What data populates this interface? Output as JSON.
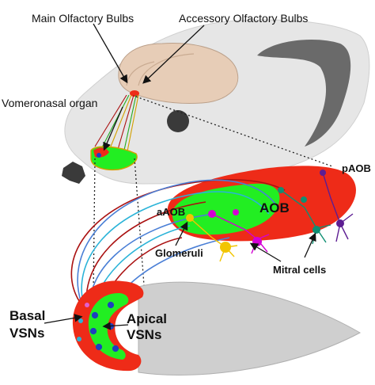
{
  "labels": {
    "main_olfactory_bulbs": "Main Olfactory Bulbs",
    "accessory_olfactory_bulbs": "Accessory Olfactory Bulbs",
    "vomeronasal_organ": "Vomeronasal organ",
    "paob": "pAOB",
    "aaob": "aAOB",
    "aob": "AOB",
    "glomeruli": "Glomeruli",
    "mitral_cells": "Mitral cells",
    "basal_line1": "Basal",
    "basal_line2": "VSNs",
    "apical_line1": "Apical",
    "apical_line2": "VSNs"
  },
  "colors": {
    "head": "#e6e6e6",
    "brain": "#e7cdb7",
    "aob_red": "#ee2b18",
    "aob_green": "#22ee22",
    "axon_red": "#aa1111",
    "axon_blue": "#4a7fd6",
    "axon_cyan": "#2ab3d8",
    "dark_eye": "#3a3a3a",
    "mitral_yellow": "#f2c500",
    "mitral_magenta": "#d400d4",
    "mitral_teal": "#0f8f73",
    "mitral_purple": "#5d1d92",
    "vsn_blue": "#1e3fbf"
  }
}
